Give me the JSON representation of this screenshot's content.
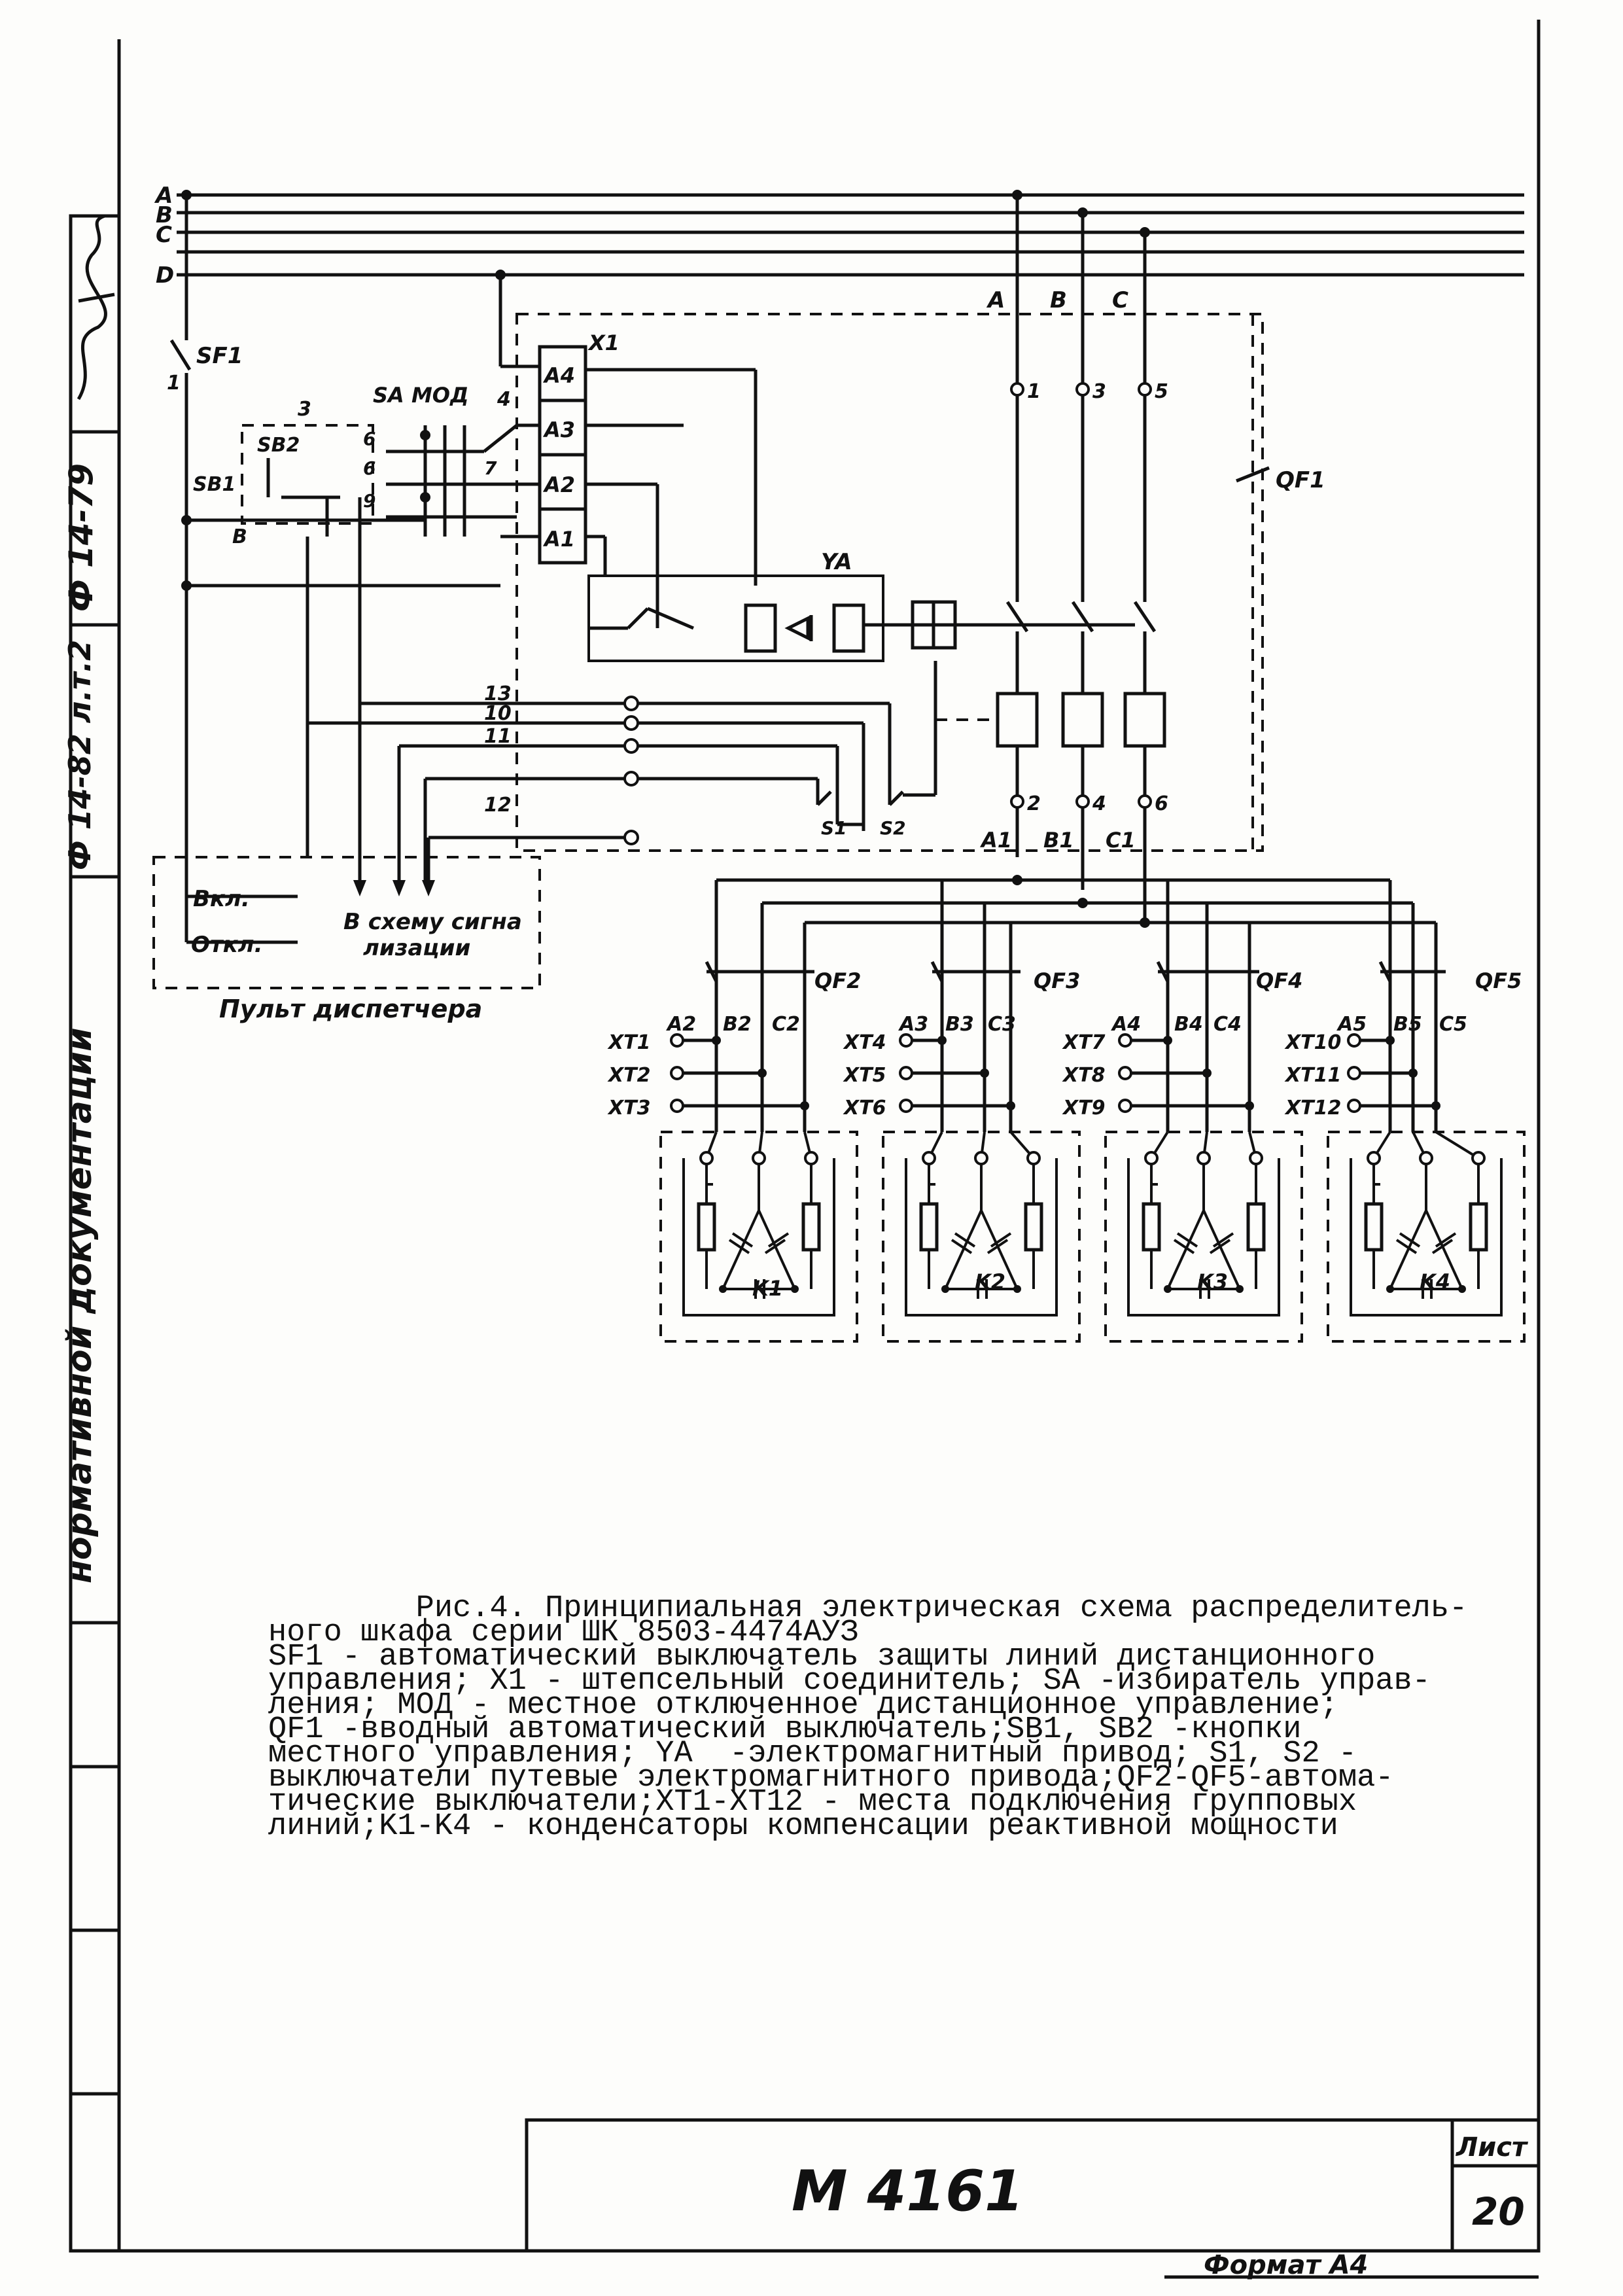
{
  "side_labels": {
    "doc_type": "нормативной документации",
    "code1": "Ф 14-82 л.т.2",
    "code2": "Ф 14-79"
  },
  "bus": {
    "a": "A",
    "b": "B",
    "c": "C",
    "d": "D"
  },
  "labels": {
    "sf1": "SF1",
    "one": "1",
    "sb1": "SB1",
    "sb2": "SB2",
    "three": "3",
    "b_letter": "B",
    "sa_mod": "SA МОД",
    "four": "4",
    "six": "6",
    "six_b": "6",
    "seven": "7",
    "nine": "9",
    "x1": "X1",
    "a4": "A4",
    "a3": "A3",
    "a2": "A2",
    "a1": "A1",
    "ya": "YA",
    "qf1": "QF1",
    "top_a": "A",
    "top_b": "B",
    "top_c": "C",
    "t1": "1",
    "t3": "3",
    "t5": "5",
    "t2": "2",
    "t4": "4",
    "t6": "6",
    "a1_out": "A1",
    "b1_out": "B1",
    "c1_out": "C1",
    "w13": "13",
    "w10": "10",
    "w11": "11",
    "w12": "12",
    "s1": "S1",
    "s2": "S2",
    "vkl": "Вкл.",
    "otkl": "Откл.",
    "signal1": "В схему сигна",
    "signal2": "лизации",
    "console": "Пульт диспетчера",
    "qf2": "QF2",
    "qf3": "QF3",
    "qf4": "QF4",
    "qf5": "QF5",
    "b2": "B2",
    "c2": "C2",
    "a3g": "A3",
    "b3": "B3",
    "c3": "C3",
    "a4g": "A4",
    "b4": "B4",
    "c4": "C4",
    "a5": "A5",
    "b5": "B5",
    "c5": "C5",
    "xt1": "XT1",
    "xt2": "XT2",
    "xt3": "XT3",
    "xt4": "XT4",
    "xt5": "XT5",
    "xt6": "XT6",
    "xt7": "XT7",
    "xt8": "XT8",
    "xt9": "XT9",
    "xt10": "XT10",
    "xt11": "XT11",
    "xt12": "XT12",
    "k1": "K1",
    "k2": "K2",
    "k3": "K3",
    "k4": "K4"
  },
  "caption_lines": [
    "        Рис.4. Принципиальная электрическая схема распределитель-",
    "ного шкафа серии ШК 8503-4474АУЗ",
    "SF1 - автоматический выключатель защиты линий дистанционного",
    "управления; X1 - штепсельный соединитель; SA -избиратель управ-",
    "ления; МОД - местное отключенное дистанционное управление;",
    "QF1 -вводный автоматический выключатель;SB1, SB2 -кнопки",
    "местного управления; YA  -электромагнитный привод; S1, S2 -",
    "выключатели путевые электромагнитного привода;QF2-QF5-автома-",
    "тические выключатели;XT1-XT12 - места подключения групповых",
    "линий;K1-K4 - конденсаторы компенсации реактивной мощности"
  ],
  "title_block": {
    "number": "M 4161",
    "sheet_label": "Лист",
    "sheet_no": "20",
    "format": "Формат А4"
  }
}
